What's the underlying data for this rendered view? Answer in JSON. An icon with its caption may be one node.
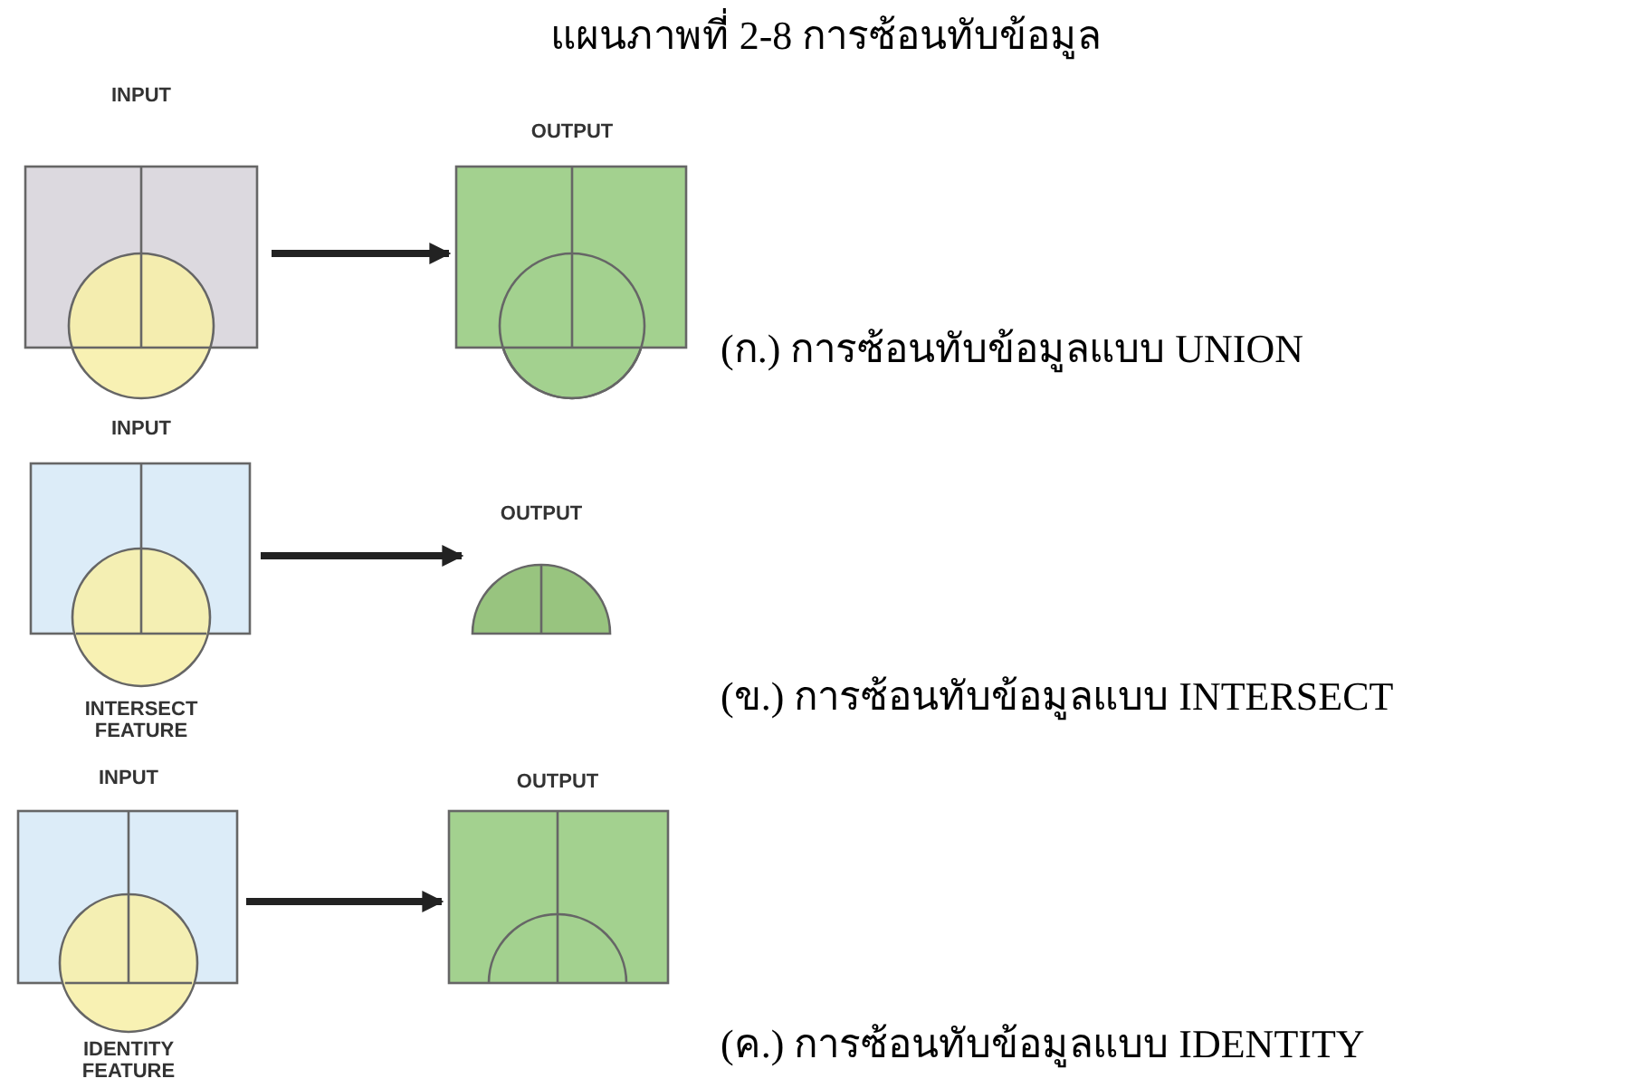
{
  "diagram": {
    "title": "แผนภาพที่ 2-8 การซ้อนทับข้อมูล",
    "nodes": [
      {
        "text": [
          "INPUT"
        ]
      },
      {
        "text": [
          "OUTPUT"
        ]
      },
      {
        "text": [
          "INPUT",
          "INTERSECT FEATURE"
        ]
      },
      {
        "text": [
          "OUTPUT"
        ]
      },
      {
        "text": [
          "INPUT",
          "IDENTITY FEATURE"
        ]
      },
      {
        "text": [
          "OUTPUT"
        ]
      }
    ],
    "edges": [
      {
        "from": 0,
        "to": 1,
        "arrow": "to"
      },
      {
        "from": 2,
        "to": 3,
        "arrow": "to"
      },
      {
        "from": 4,
        "to": 5,
        "arrow": "to"
      }
    ],
    "labels": [
      "(ก.) การซ้อนทับข้อมูลแบบ UNION",
      "(ข.) การซ้อนทับข้อมูลแบบ INTERSECT",
      "(ค.) การซ้อนทับข้อมูลแบบ IDENTITY"
    ]
  }
}
